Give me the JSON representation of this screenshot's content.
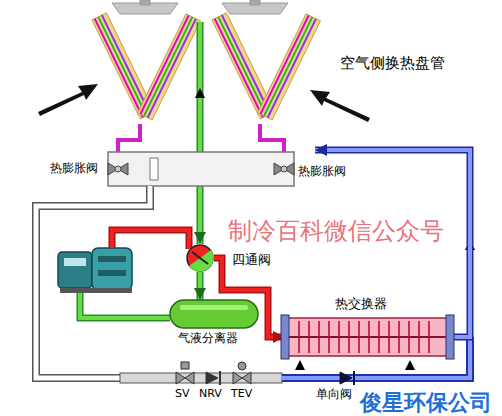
{
  "diagram": {
    "nodes": [
      {
        "text": [
          "空气侧换热盘管"
        ]
      },
      {
        "text": [
          "四通阀"
        ]
      },
      {
        "text": [
          "气液分离器"
        ]
      },
      {
        "text": [
          "热交换器"
        ]
      }
    ],
    "edges": [
      {
        "from": 0,
        "to": 1,
        "arrow": "to"
      },
      {
        "from": 1,
        "to": 3,
        "arrow": "to"
      },
      {
        "from": 1,
        "to": 2,
        "arrow": "to"
      },
      {
        "from": 3,
        "to": 0,
        "arrow": "to"
      }
    ],
    "labels": [
      "热膨胀阀",
      "热膨胀阀",
      "制冷百科微信公众号",
      "SV",
      "NRV",
      "TEV",
      "单向阀",
      "俊星环保公司"
    ]
  }
}
